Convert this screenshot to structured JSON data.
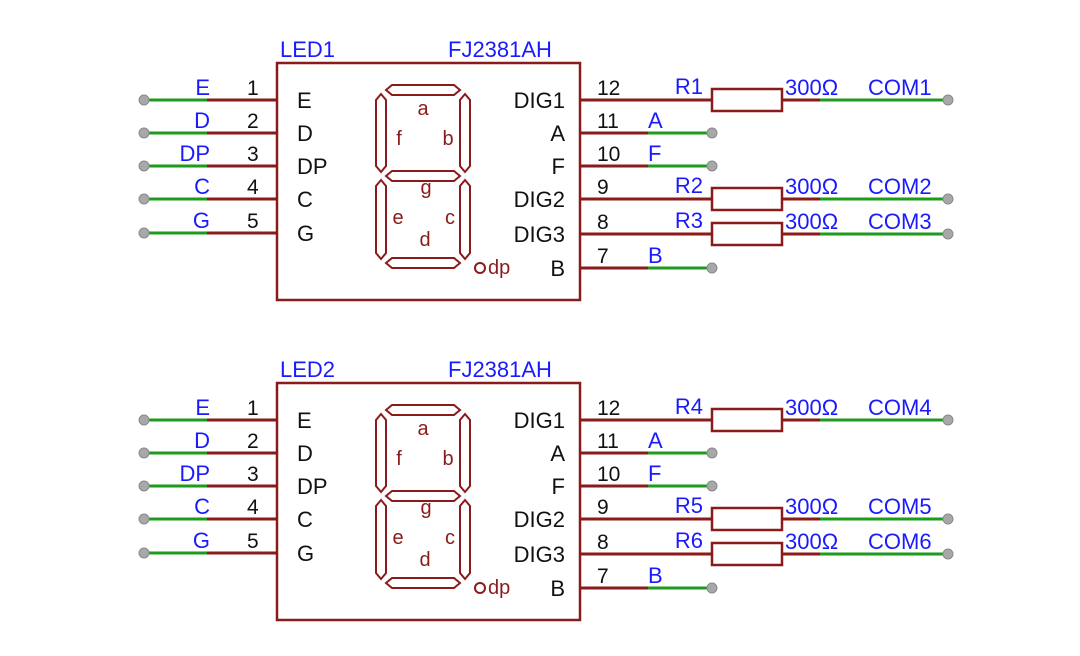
{
  "leds": [
    {
      "ref": "LED1",
      "part": "FJ2381AH",
      "left_pins": [
        {
          "net": "E",
          "num": "1",
          "name": "E"
        },
        {
          "net": "D",
          "num": "2",
          "name": "D"
        },
        {
          "net": "DP",
          "num": "3",
          "name": "DP"
        },
        {
          "net": "C",
          "num": "4",
          "name": "C"
        },
        {
          "net": "G",
          "num": "5",
          "name": "G"
        }
      ],
      "right_pins": [
        {
          "num": "12",
          "name": "DIG1",
          "res": "R1",
          "value": "300Ω",
          "net": "COM1"
        },
        {
          "num": "11",
          "name": "A",
          "net": "A"
        },
        {
          "num": "10",
          "name": "F",
          "net": "F"
        },
        {
          "num": "9",
          "name": "DIG2",
          "res": "R2",
          "value": "300Ω",
          "net": "COM2"
        },
        {
          "num": "8",
          "name": "DIG3",
          "res": "R3",
          "value": "300Ω",
          "net": "COM3"
        },
        {
          "num": "7",
          "name": "B",
          "net": "B"
        }
      ]
    },
    {
      "ref": "LED2",
      "part": "FJ2381AH",
      "left_pins": [
        {
          "net": "E",
          "num": "1",
          "name": "E"
        },
        {
          "net": "D",
          "num": "2",
          "name": "D"
        },
        {
          "net": "DP",
          "num": "3",
          "name": "DP"
        },
        {
          "net": "C",
          "num": "4",
          "name": "C"
        },
        {
          "net": "G",
          "num": "5",
          "name": "G"
        }
      ],
      "right_pins": [
        {
          "num": "12",
          "name": "DIG1",
          "res": "R4",
          "value": "300Ω",
          "net": "COM4"
        },
        {
          "num": "11",
          "name": "A",
          "net": "A"
        },
        {
          "num": "10",
          "name": "F",
          "net": "F"
        },
        {
          "num": "9",
          "name": "DIG2",
          "res": "R5",
          "value": "300Ω",
          "net": "COM5"
        },
        {
          "num": "8",
          "name": "DIG3",
          "res": "R6",
          "value": "300Ω",
          "net": "COM6"
        },
        {
          "num": "7",
          "name": "B",
          "net": "B"
        }
      ]
    }
  ],
  "segment_labels": {
    "a": "a",
    "b": "b",
    "c": "c",
    "d": "d",
    "e": "e",
    "f": "f",
    "g": "g",
    "dp": "dp"
  },
  "colors": {
    "wire": "#8b1a1a",
    "net_wire": "#1e9a1e",
    "net_label": "#1a1aff",
    "terminal": "#a8a8a8"
  }
}
